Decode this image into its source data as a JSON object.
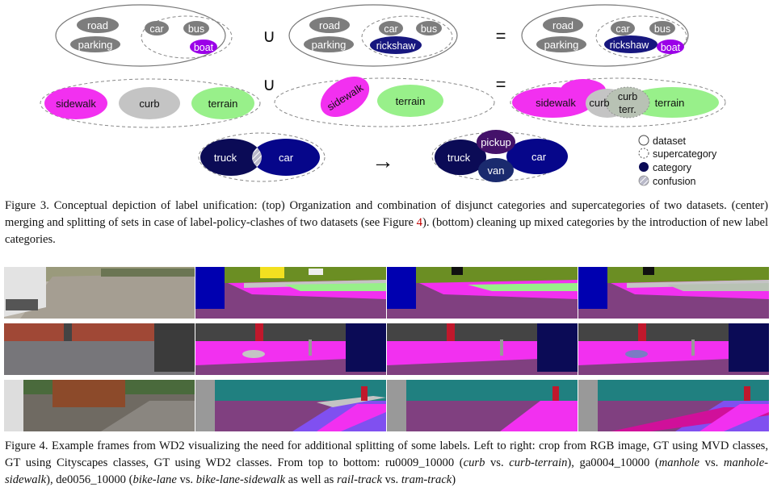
{
  "figure3": {
    "sets": {
      "road": "road",
      "parking": "parking",
      "car": "car",
      "bus": "bus",
      "boat": "boat",
      "rickshaw": "rickshaw",
      "sidewalk": "sidewalk",
      "curb": "curb",
      "terrain": "terrain",
      "curb_terr_1": "curb",
      "curb_terr_2": "terr.",
      "truck": "truck",
      "pickup": "pickup",
      "van": "van"
    },
    "operators": {
      "union": "∪",
      "equals": "=",
      "arrow": "→"
    },
    "legend": [
      {
        "key": "dataset",
        "label": "dataset"
      },
      {
        "key": "supercategory",
        "label": "supercategory"
      },
      {
        "key": "category",
        "label": "category"
      },
      {
        "key": "confusion",
        "label": "confusion"
      }
    ],
    "caption_label": "Figure 3.",
    "caption_part1": "Conceptual depiction of label unification: (top) Organization and combination of disjunct categories and supercategories of two datasets. (center) merging and splitting of sets in case of label-policy-clashes of two datasets (see Figure ",
    "caption_ref": "4",
    "caption_part2": "). (bottom) cleaning up mixed categories by the introduction of new label categories."
  },
  "figure4": {
    "caption_label": "Figure 4.",
    "caption_text1": "Example frames from WD2 visualizing the need for additional splitting of some labels. Left to right: crop from RGB image, GT using MVD classes, GT using Cityscapes classes, GT using WD2 classes. From top to bottom: ru0009_10000 (",
    "i1": "curb",
    "t2": " vs. ",
    "i2": "curb-terrain",
    "t3": "), ga0004_10000 (",
    "i3": "manhole",
    "t4": " vs. ",
    "i4": "manhole-sidewalk",
    "t5": "), de0056_10000 (",
    "i5": "bike-lane",
    "t6": " vs. ",
    "i6": "bike-lane-sidewalk",
    "t7": " as well as ",
    "i7": "rail-track",
    "t8": " vs. ",
    "i8": "tram-track",
    "t9": ")"
  },
  "colors": {
    "gray_category": "#7d7d7d",
    "boat": "#9b00e8",
    "rickshaw": "#17177f",
    "sidewalk": "#f230f0",
    "curb": "#c4c4c4",
    "terrain": "#98f08a",
    "truck": "#0b0b56",
    "car": "#06068a",
    "pickup": "#44126a",
    "van": "#1a2a6e"
  }
}
